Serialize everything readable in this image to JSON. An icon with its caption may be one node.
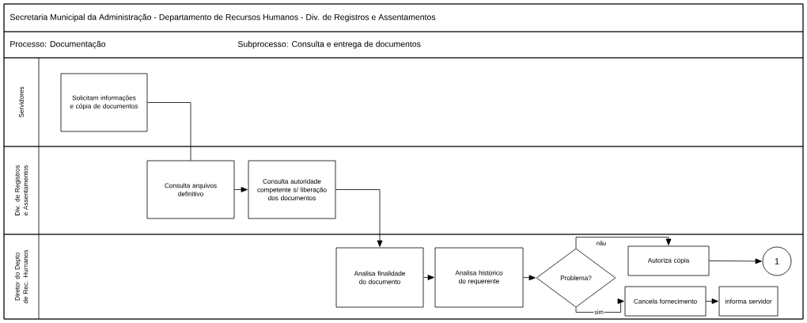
{
  "diagram": {
    "title": "Secretaria Municipal da Administração - Departamento de Recursos Humanos - Div. de Registros e Assentamentos",
    "nodes": [
      {
        "text": [
          "Servidores"
        ]
      },
      {
        "text": [
          "Div. de Registros e Assentamentos"
        ]
      },
      {
        "text": [
          "Diretor do Depto de Rec. Humanos"
        ]
      },
      {
        "text": [
          "Solicitam informações e cópia de documentos"
        ],
        "in": 0
      },
      {
        "text": [
          "Consulta arquivos definitivo"
        ],
        "in": 1
      },
      {
        "text": [
          "Consulta autoridade competente s/ liberação dos documentos"
        ],
        "in": 1
      },
      {
        "text": [
          "Analisa finalidade do documento"
        ],
        "in": 2
      },
      {
        "text": [
          "Analisa histórico do requerente"
        ],
        "in": 2
      },
      {
        "text": [
          "Problema?"
        ],
        "in": 2
      },
      {
        "text": [
          "Autoriza cópia"
        ],
        "in": 2
      },
      {
        "text": [
          "1"
        ],
        "in": 2
      },
      {
        "text": [
          "Cancela fornecimento"
        ],
        "in": 2
      },
      {
        "text": [
          "informa servidor"
        ],
        "in": 2
      }
    ],
    "edges": [
      {
        "from": 3,
        "to": 4,
        "arrow": "none"
      },
      {
        "from": 4,
        "to": 5,
        "arrow": "to"
      },
      {
        "from": 5,
        "to": 6,
        "arrow": "to"
      },
      {
        "from": 6,
        "to": 7,
        "arrow": "to"
      },
      {
        "from": 7,
        "to": 8,
        "arrow": "to"
      },
      {
        "from": 8,
        "to": 9,
        "arrow": "to",
        "label": "não"
      },
      {
        "from": 8,
        "to": 11,
        "arrow": "to",
        "label": "sim"
      },
      {
        "from": 9,
        "to": 10,
        "arrow": "to"
      },
      {
        "from": 11,
        "to": 12,
        "arrow": "to"
      }
    ],
    "labels": [
      "Processo: Documentação",
      "Subprocesso: Consulta e entrega de documentos"
    ]
  }
}
